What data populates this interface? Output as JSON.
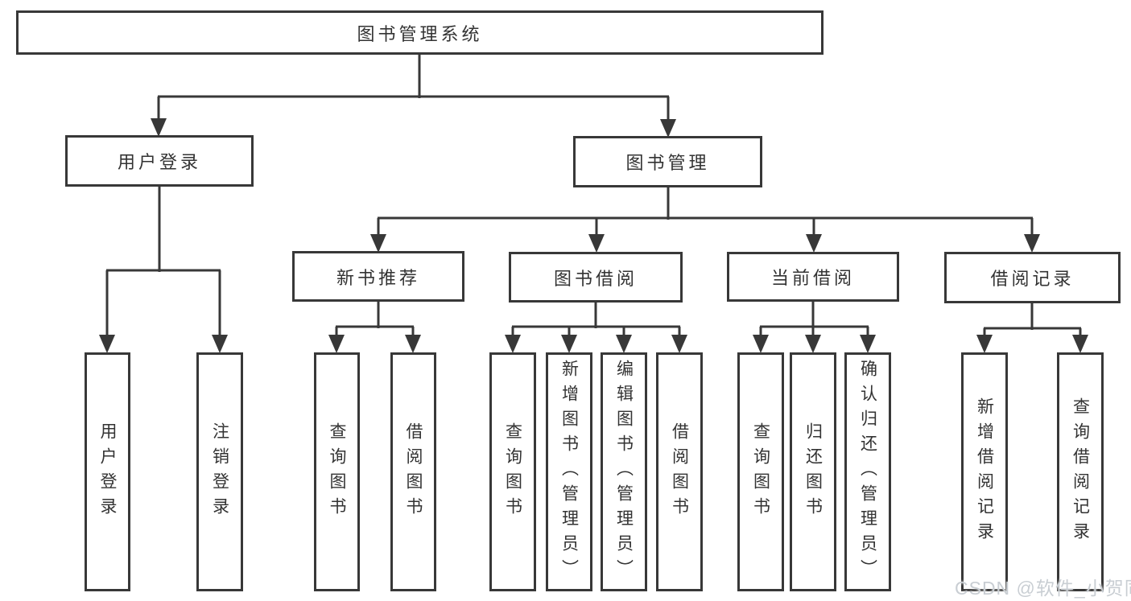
{
  "tree": {
    "root": {
      "label": "图书管理系统"
    },
    "branches": [
      {
        "label": "用户登录",
        "children": [
          {
            "label": "用户登录"
          },
          {
            "label": "注销登录"
          }
        ]
      },
      {
        "label": "图书管理",
        "children": [
          {
            "label": "新书推荐",
            "children": [
              {
                "label": "查询图书"
              },
              {
                "label": "借阅图书"
              }
            ]
          },
          {
            "label": "图书借阅",
            "children": [
              {
                "label": "查询图书"
              },
              {
                "label": "新增图书（管理员）"
              },
              {
                "label": "编辑图书（管理员）"
              },
              {
                "label": "借阅图书"
              }
            ]
          },
          {
            "label": "当前借阅",
            "children": [
              {
                "label": "查询图书"
              },
              {
                "label": "归还图书"
              },
              {
                "label": "确认归还（管理员）"
              }
            ]
          },
          {
            "label": "借阅记录",
            "children": [
              {
                "label": "新增借阅记录"
              },
              {
                "label": "查询借阅记录"
              }
            ]
          }
        ]
      }
    ]
  },
  "watermark": {
    "text": "CSDN @软件_小贺同学"
  },
  "colors": {
    "line": "#383838",
    "text": "#333333",
    "background": "#ffffff",
    "watermark": "#c9ced3"
  }
}
